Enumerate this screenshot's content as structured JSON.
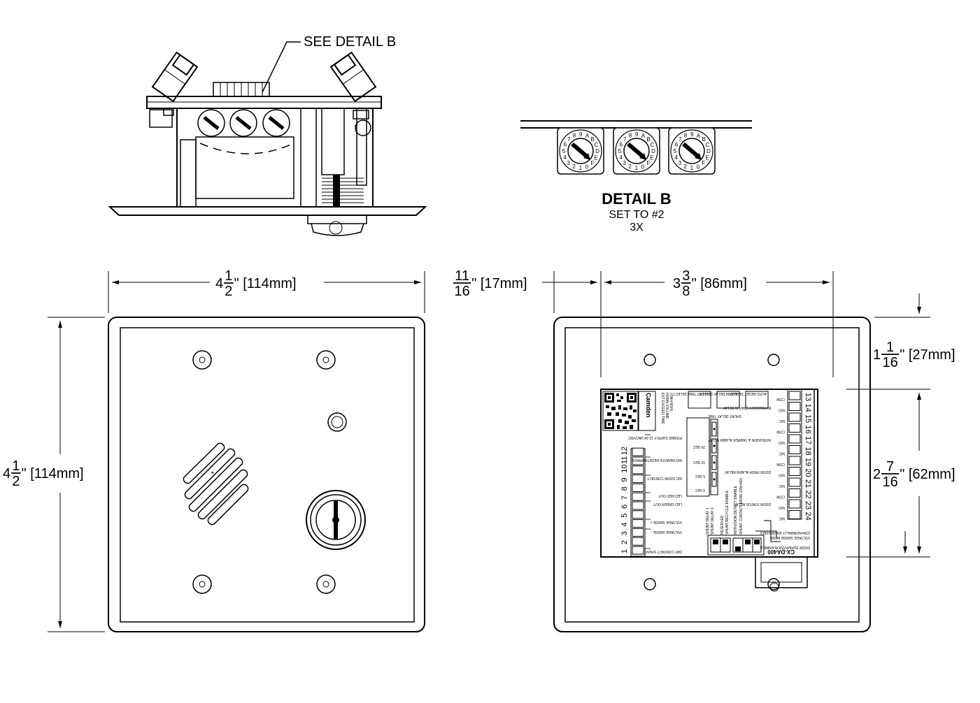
{
  "callout": "SEE DETAIL B",
  "detail": {
    "title": "DETAIL B",
    "setting": "SET TO #2",
    "scale": "3X",
    "dial_chars": [
      "8",
      "9",
      "A",
      "B",
      "C",
      "D",
      "E",
      "F",
      "0",
      "1",
      "2",
      "3",
      "4",
      "5",
      "6",
      "7"
    ]
  },
  "dimensions": {
    "front_width": {
      "whole": "4",
      "num": "1",
      "den": "2",
      "suffix": "\" [114mm]"
    },
    "front_height": {
      "whole": "4",
      "num": "1",
      "den": "2",
      "suffix": "\" [114mm]"
    },
    "offset_left": {
      "whole": "",
      "num": "11",
      "den": "16",
      "suffix": "\" [17mm]"
    },
    "board_width": {
      "whole": "3",
      "num": "3",
      "den": "8",
      "suffix": "\" [86mm]"
    },
    "top_offset": {
      "whole": "1",
      "num": "1",
      "den": "16",
      "suffix": "\" [27mm]"
    },
    "board_height": {
      "whole": "2",
      "num": "7",
      "den": "16",
      "suffix": "\" [62mm]"
    }
  },
  "board": {
    "brand": "Camden",
    "model": "CX-DA400",
    "left_terminals": [
      "1",
      "2",
      "3",
      "4",
      "5",
      "6",
      "7",
      "8",
      "9",
      "10",
      "11",
      "12"
    ],
    "right_terminals": [
      "13",
      "14",
      "15",
      "16",
      "17",
      "18",
      "19",
      "20",
      "21",
      "22",
      "23",
      "24"
    ],
    "left_labels": [
      {
        "t": "DRY CONTACT SHUNT",
        "span": "1-2"
      },
      {
        "t": "VOLTAGE SENSE -",
        "span": "3"
      },
      {
        "t": "VOLTAGE SENSE +",
        "span": "4"
      },
      {
        "t": "LED GREEN OUT",
        "span": "5"
      },
      {
        "t": "LED RED OUT",
        "span": "6"
      },
      {
        "t": "N/C DOOR CONTACT",
        "span": "7-8"
      },
      {
        "t": "N/O REMOTE RESET/BYPASS",
        "span": "9-10"
      },
      {
        "t": "POWER SUPPLY 12-24 VAC/VDC",
        "span": "11-12"
      }
    ],
    "right_labels": [
      {
        "t": "BYPASS/KEY STATUS RELAY"
      },
      {
        "t": "INTRUSION & TAMPER ALARM RELAY"
      },
      {
        "t": "DOOR PROP ALARM RELAY"
      },
      {
        "t": "DOOR STATUS RELAY"
      }
    ],
    "pin_marks": [
      "COM",
      "N/O",
      "N/C",
      "COM",
      "N/O",
      "N/C",
      "COM",
      "N/O",
      "N/C",
      "COM",
      "N/O",
      "N/C"
    ],
    "top_boxes": [
      "SILENT TIME SELECT",
      "ALARM DELAY SELECT",
      "AUTO RESET SELECT"
    ],
    "top_notes": [
      "EXT EXCEED TIME",
      "HORN VOLUME",
      "(ON=HIGH)"
    ],
    "shunt_title": "SHUNT DELAY TIME",
    "shunt_times": [
      "20 SEC",
      "10 SEC",
      "5 SEC",
      "0 SEC"
    ],
    "switch_labels": [
      "SHUNT DELAY 1",
      "SHUNT DELAY 0",
      "RESERVED",
      "SHUNT/RECYCLE ENABLE",
      "INTRUSION DETECT ENABLE",
      "SHUNT CONTACT MODE (ON=NO)"
    ],
    "bottom_labels": [
      "DOOR SUPERVISION ENABLE",
      "VOLTAGE SENSE MODE",
      "(ON=NORMALLY ENERGIZED)"
    ]
  }
}
